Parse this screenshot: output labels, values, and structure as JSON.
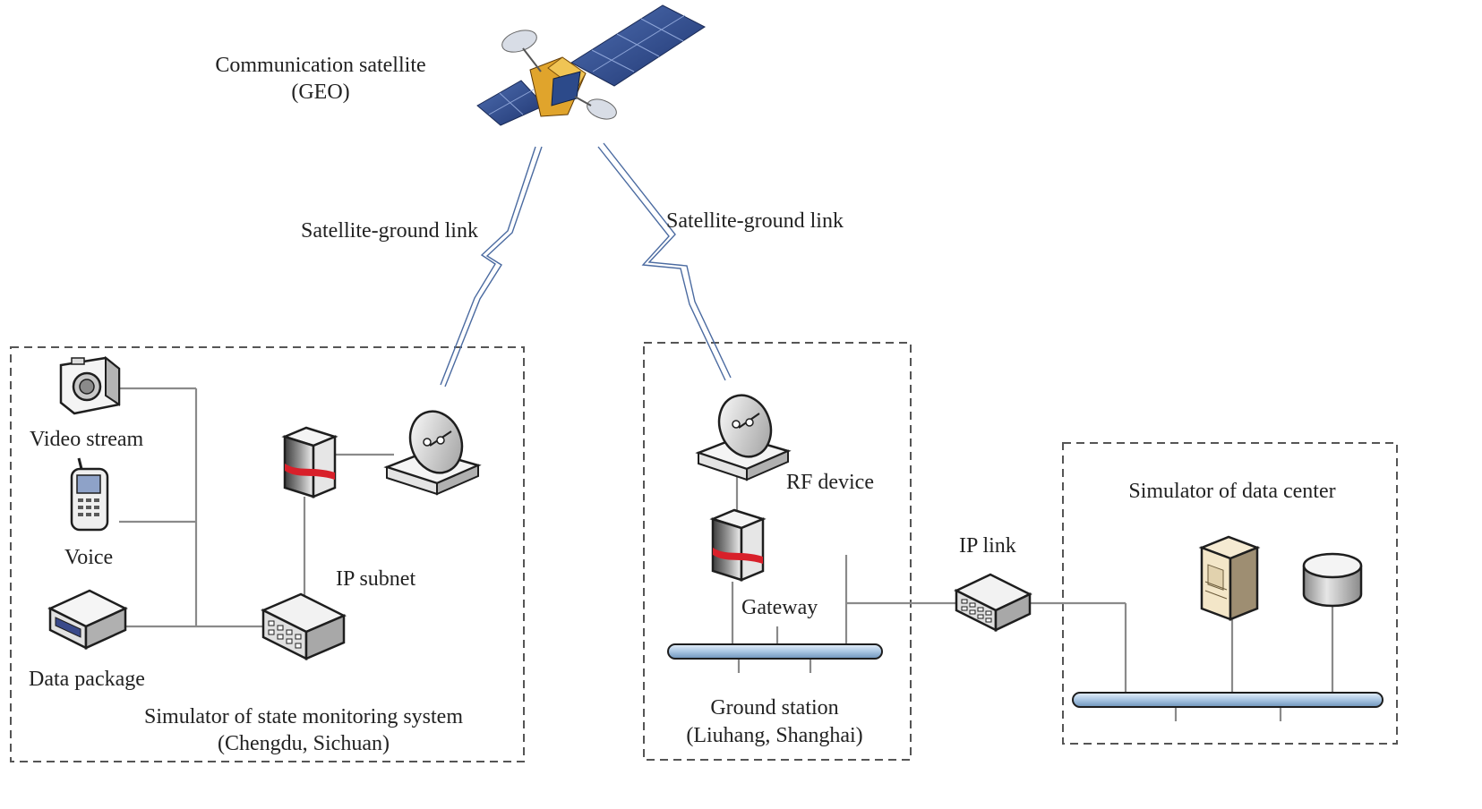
{
  "satellite": {
    "label_line1": "Communication satellite",
    "label_line2": "(GEO)"
  },
  "links": {
    "left_link": "Satellite-ground link",
    "right_link": "Satellite-ground link",
    "ip_link": "IP link"
  },
  "monitoring": {
    "video": "Video stream",
    "voice": "Voice",
    "data": "Data package",
    "ip_subnet": "IP subnet",
    "title_line1": "Simulator of state monitoring system",
    "title_line2": "(Chengdu, Sichuan)"
  },
  "ground_station": {
    "rf": "RF device",
    "gateway": "Gateway",
    "title_line1": "Ground station",
    "title_line2": "(Liuhang, Shanghai)"
  },
  "data_center": {
    "title": "Simulator of data center"
  },
  "icons": {
    "satellite": "satellite-icon",
    "camera": "camera-icon",
    "phone": "phone-icon",
    "data_device": "data-device-icon",
    "switch": "network-switch-icon",
    "router": "router-icon",
    "dish": "satellite-dish-icon",
    "server": "server-icon",
    "database": "database-icon",
    "bus": "network-bus-icon"
  },
  "colors": {
    "link": "#4a6aa0",
    "bus": "#b9d1e6",
    "router_band": "#d8202a",
    "solar_panel": "#2d4a8a"
  }
}
